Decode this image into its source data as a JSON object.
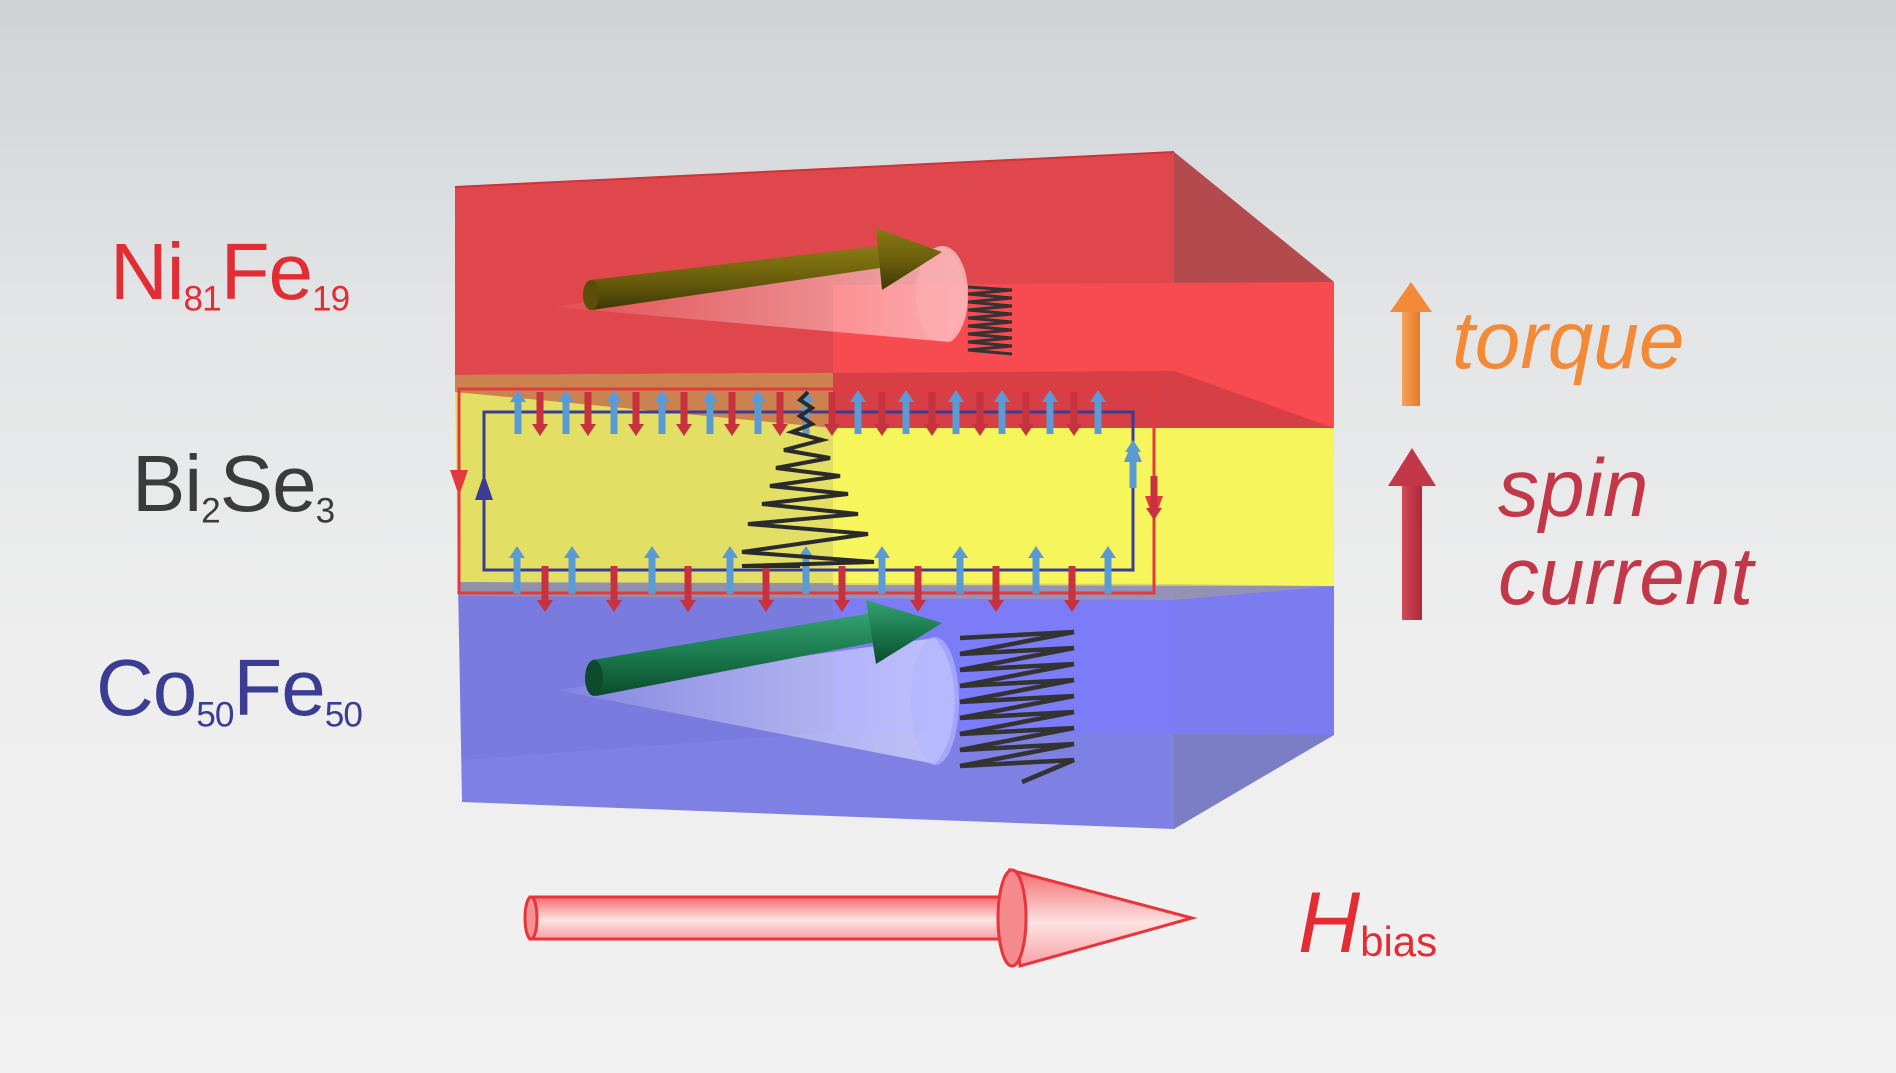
{
  "labels": {
    "nife": {
      "base1": "Ni",
      "sub1": "81",
      "base2": "Fe",
      "sub2": "19"
    },
    "bise": {
      "base1": "Bi",
      "sub1": "2",
      "base2": "Se",
      "sub2": "3"
    },
    "cofe": {
      "base1": "Co",
      "sub1": "50",
      "base2": "Fe",
      "sub2": "50"
    },
    "torque": "torque",
    "spin_current": {
      "line1": "spin",
      "line2": "current"
    },
    "hbias": {
      "base": "H",
      "sub": "bias"
    }
  },
  "colors": {
    "nife_layer": "#e0474c",
    "bise_layer": "#f4f058",
    "cofe_layer": "#7f80e4",
    "nife_text": "#e22d35",
    "bise_text": "#3b3b3b",
    "cofe_text": "#3a3d93",
    "torque": "#f28a38",
    "spin_current": "#c23848",
    "spin_up_arrow": "#5b9bd5",
    "spin_down_arrow": "#c8323f",
    "loop_outer": "#e33a3f",
    "loop_inner": "#3a3d93",
    "bias_field": "#e8343a"
  }
}
